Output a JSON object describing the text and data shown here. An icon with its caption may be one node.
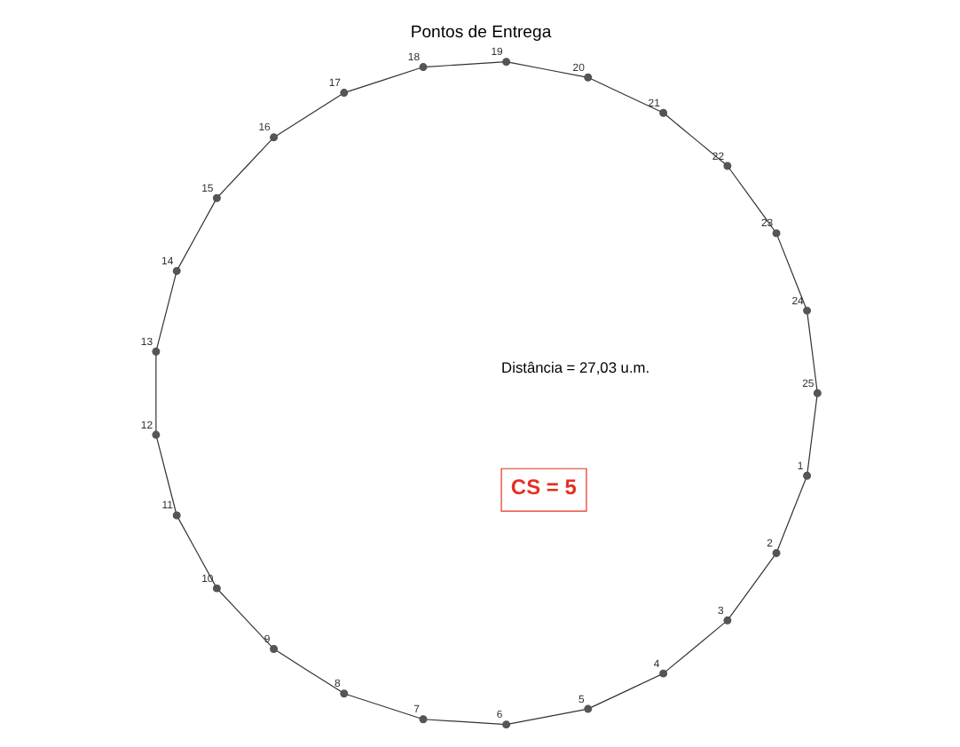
{
  "diagram": {
    "title": "Pontos de Entrega",
    "nodes": [
      {
        "text": [],
        "shape": "circle",
        "beside": [
          "1"
        ]
      },
      {
        "text": [],
        "shape": "circle",
        "beside": [
          "2"
        ]
      },
      {
        "text": [],
        "shape": "circle",
        "beside": [
          "3"
        ]
      },
      {
        "text": [],
        "shape": "circle",
        "beside": [
          "4"
        ]
      },
      {
        "text": [],
        "shape": "circle",
        "beside": [
          "5"
        ]
      },
      {
        "text": [],
        "shape": "circle",
        "beside": [
          "6"
        ]
      },
      {
        "text": [],
        "shape": "circle",
        "beside": [
          "7"
        ]
      },
      {
        "text": [],
        "shape": "circle",
        "beside": [
          "8"
        ]
      },
      {
        "text": [],
        "shape": "circle",
        "beside": [
          "9"
        ]
      },
      {
        "text": [],
        "shape": "circle",
        "beside": [
          "10"
        ]
      },
      {
        "text": [],
        "shape": "circle",
        "beside": [
          "11"
        ]
      },
      {
        "text": [],
        "shape": "circle",
        "beside": [
          "12"
        ]
      },
      {
        "text": [],
        "shape": "circle",
        "beside": [
          "13"
        ]
      },
      {
        "text": [],
        "shape": "circle",
        "beside": [
          "14"
        ]
      },
      {
        "text": [],
        "shape": "circle",
        "beside": [
          "15"
        ]
      },
      {
        "text": [],
        "shape": "circle",
        "beside": [
          "16"
        ]
      },
      {
        "text": [],
        "shape": "circle",
        "beside": [
          "17"
        ]
      },
      {
        "text": [],
        "shape": "circle",
        "beside": [
          "18"
        ]
      },
      {
        "text": [],
        "shape": "circle",
        "beside": [
          "19"
        ]
      },
      {
        "text": [],
        "shape": "circle",
        "beside": [
          "20"
        ]
      },
      {
        "text": [],
        "shape": "circle",
        "beside": [
          "21"
        ]
      },
      {
        "text": [],
        "shape": "circle",
        "beside": [
          "22"
        ]
      },
      {
        "text": [],
        "shape": "circle",
        "beside": [
          "23"
        ]
      },
      {
        "text": [],
        "shape": "circle",
        "beside": [
          "24"
        ]
      },
      {
        "text": [],
        "shape": "circle",
        "beside": [
          "25"
        ]
      }
    ],
    "edges": [
      {
        "from": 0,
        "to": 1,
        "arrow": "none"
      },
      {
        "from": 1,
        "to": 2,
        "arrow": "none"
      },
      {
        "from": 2,
        "to": 3,
        "arrow": "none"
      },
      {
        "from": 3,
        "to": 4,
        "arrow": "none"
      },
      {
        "from": 4,
        "to": 5,
        "arrow": "none"
      },
      {
        "from": 5,
        "to": 6,
        "arrow": "none"
      },
      {
        "from": 6,
        "to": 7,
        "arrow": "none"
      },
      {
        "from": 7,
        "to": 8,
        "arrow": "none"
      },
      {
        "from": 8,
        "to": 9,
        "arrow": "none"
      },
      {
        "from": 9,
        "to": 10,
        "arrow": "none"
      },
      {
        "from": 10,
        "to": 11,
        "arrow": "none"
      },
      {
        "from": 11,
        "to": 12,
        "arrow": "none"
      },
      {
        "from": 12,
        "to": 13,
        "arrow": "none"
      },
      {
        "from": 13,
        "to": 14,
        "arrow": "none"
      },
      {
        "from": 14,
        "to": 15,
        "arrow": "none"
      },
      {
        "from": 15,
        "to": 16,
        "arrow": "none"
      },
      {
        "from": 16,
        "to": 17,
        "arrow": "none"
      },
      {
        "from": 17,
        "to": 18,
        "arrow": "none"
      },
      {
        "from": 18,
        "to": 19,
        "arrow": "none"
      },
      {
        "from": 19,
        "to": 20,
        "arrow": "none"
      },
      {
        "from": 20,
        "to": 21,
        "arrow": "none"
      },
      {
        "from": 21,
        "to": 22,
        "arrow": "none"
      },
      {
        "from": 22,
        "to": 23,
        "arrow": "none"
      },
      {
        "from": 23,
        "to": 24,
        "arrow": "none"
      },
      {
        "from": 24,
        "to": 0,
        "arrow": "none"
      }
    ],
    "labels": [
      "CS = 5",
      "Distância = 27,03 u.m."
    ]
  }
}
